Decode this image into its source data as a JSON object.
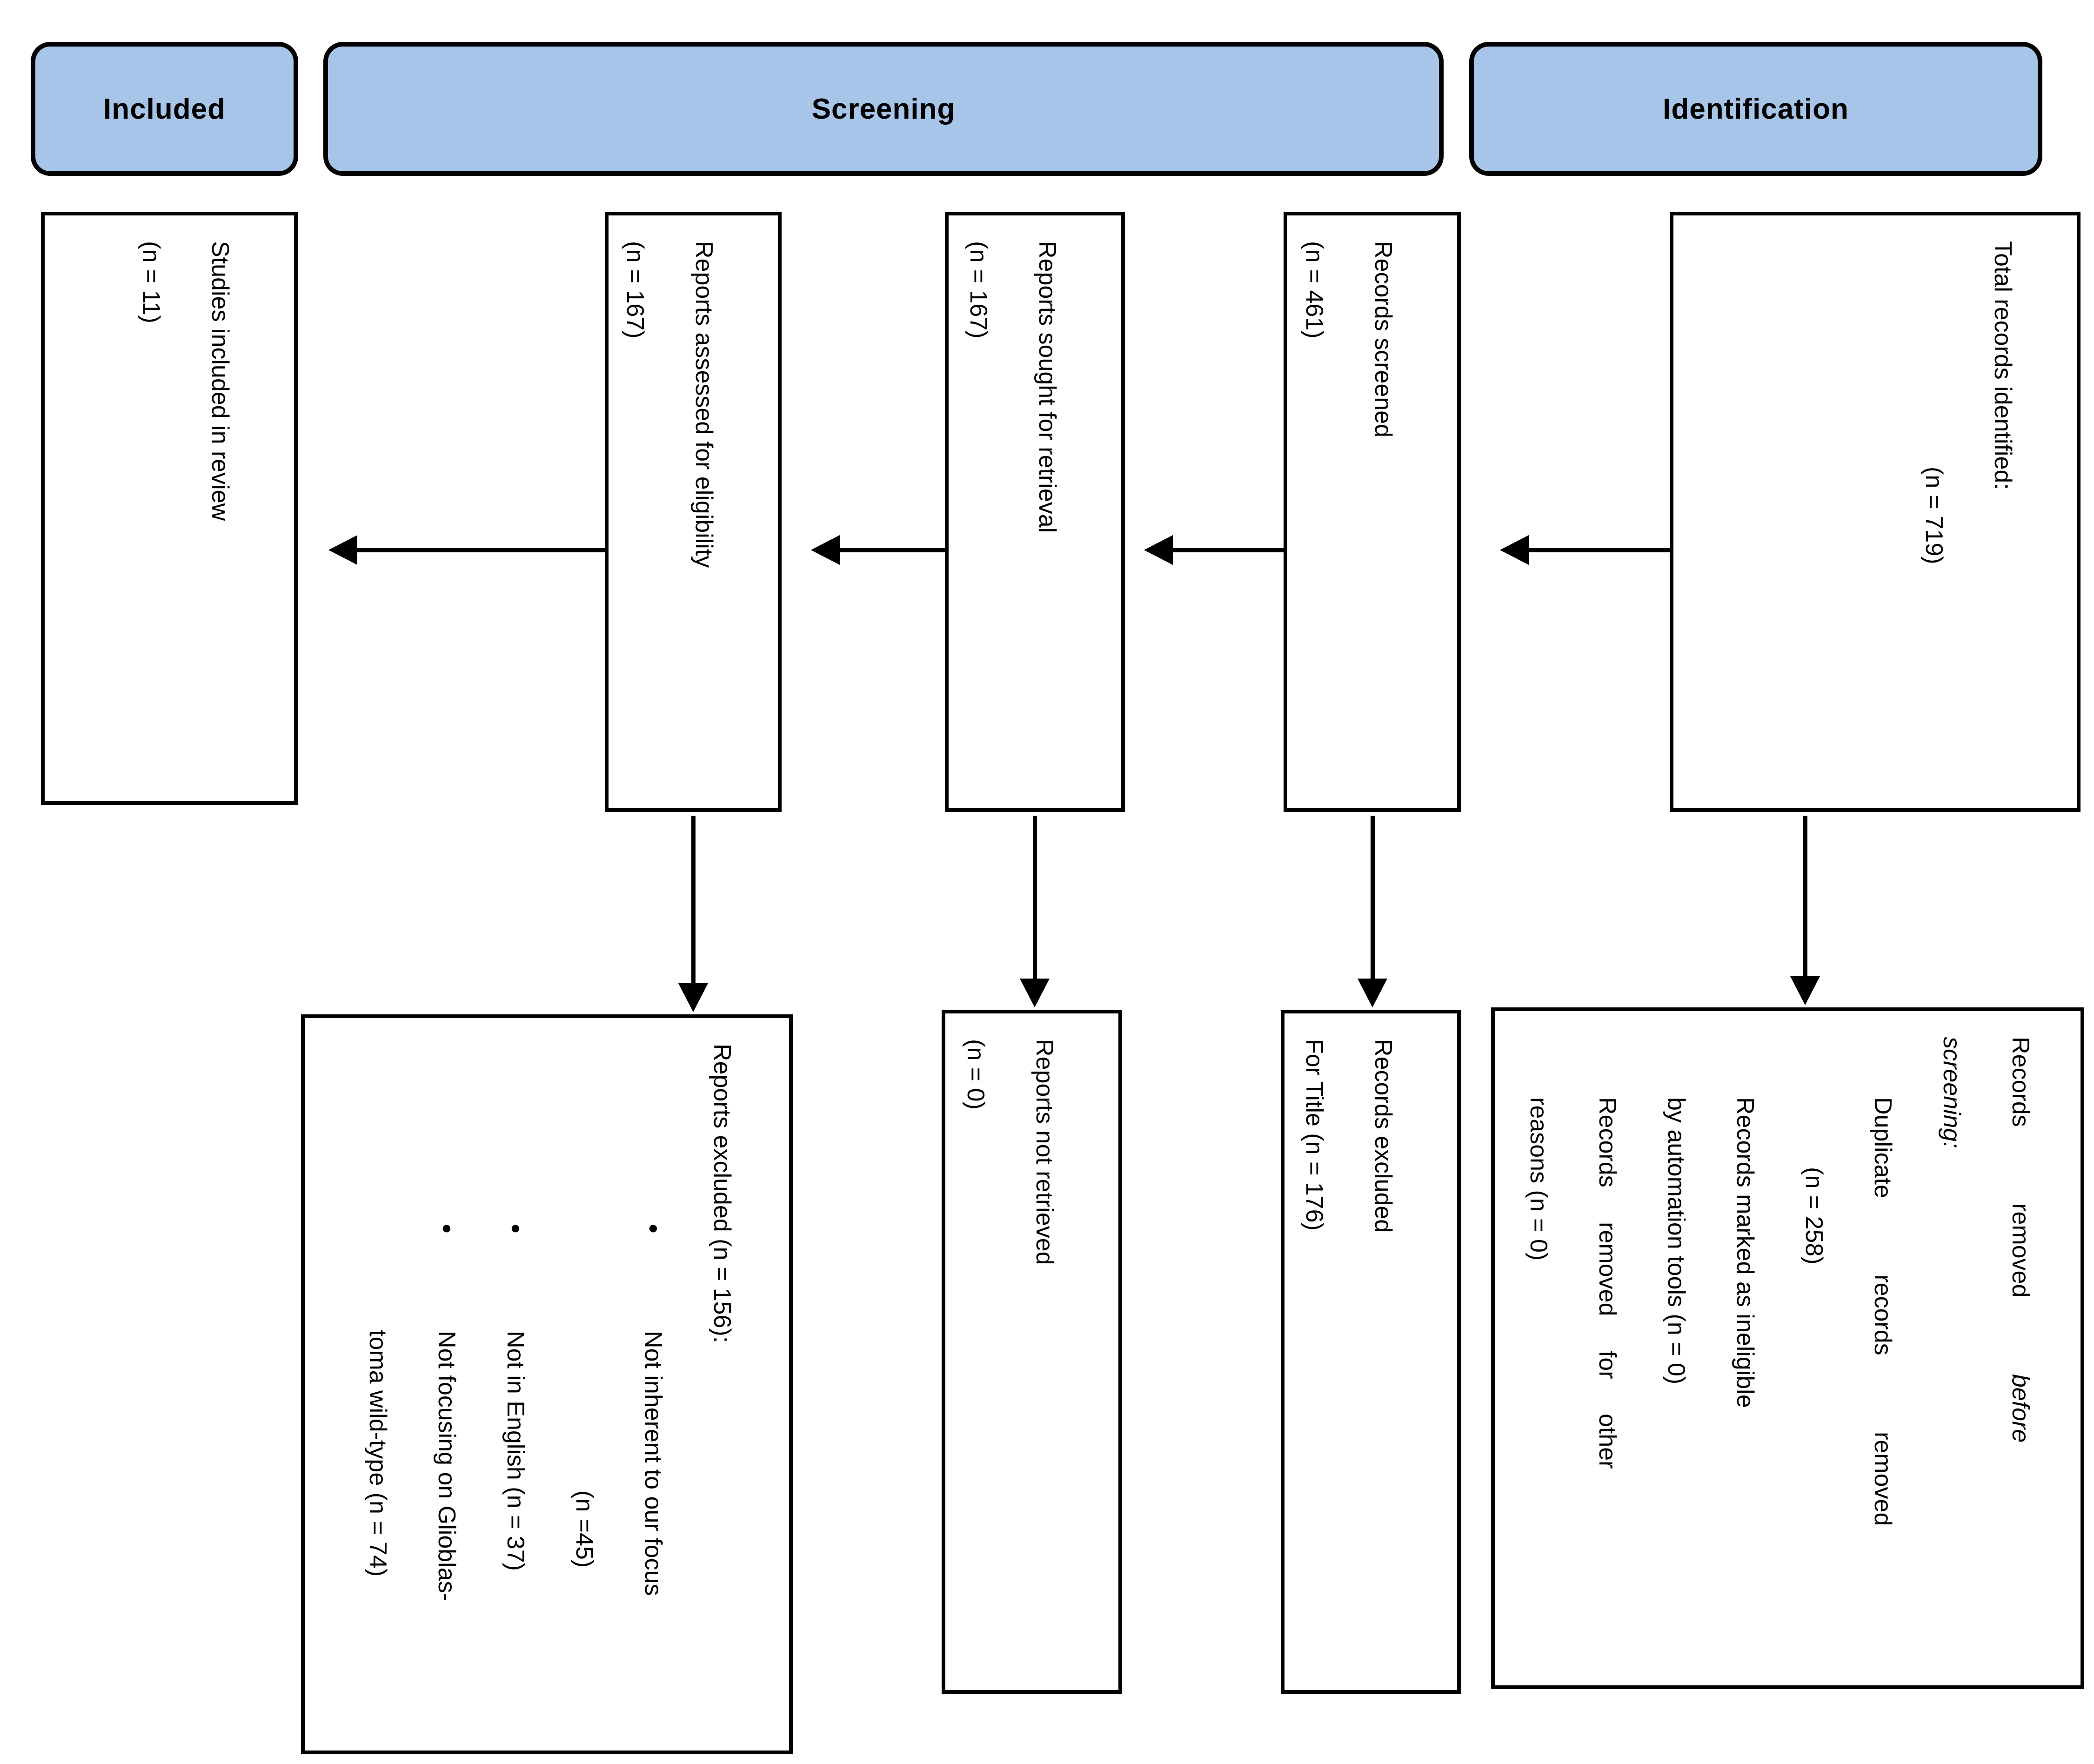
{
  "headers": {
    "included": "Included",
    "screening": "Screening",
    "identification": "Identification"
  },
  "bullet_char": "●",
  "colors": {
    "header_fill": "#a6c5e8",
    "border": "#000000",
    "text": "#000000"
  },
  "boxes": {
    "studies_included": {
      "line1": "Studies included in review",
      "line2": "(n = 11)"
    },
    "reports_assessed": {
      "line1": "Reports assessed for eligibility",
      "line2": "(n = 167)"
    },
    "reports_sought": {
      "line1": "Reports sought for retrieval",
      "line2": "(n = 167)"
    },
    "records_screened": {
      "line1": "Records screened",
      "line2": "(n = 461)"
    },
    "total_identified": {
      "line1": "Total records identified:",
      "line2": "(n = 719)"
    },
    "reports_excluded": {
      "title": "Reports excluded (n = 156):",
      "bullet1_line1": "Not inherent to our focus",
      "bullet1_line2": "(n =45)",
      "bullet2": "Not in English (n = 37)",
      "bullet3_line1": "Not focusing on Glioblas-",
      "bullet3_line2": "toma wild-type (n = 74)"
    },
    "reports_not_retrieved": {
      "line1": "Reports not retrieved",
      "line2": "(n = 0)"
    },
    "records_excluded_title": {
      "line1": "Records excluded",
      "line2": "For Title (n = 176)"
    },
    "records_removed": {
      "line1_pre": "Records removed ",
      "line1_italic": "before",
      "line2_italic": "screening:",
      "line3": "Duplicate records removed",
      "line4": "(n = 258)",
      "line5": "Records marked as ineligible",
      "line6": "by automation tools (n = 0)",
      "line7": "Records removed for other",
      "line8": "reasons (n = 0)"
    }
  }
}
